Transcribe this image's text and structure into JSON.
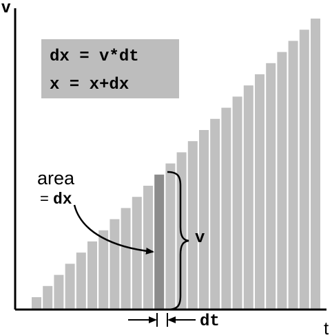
{
  "diagram": {
    "axis_label_y": "v",
    "axis_label_x": "t",
    "equations": [
      "dx = v*dt",
      "x = x+dx"
    ],
    "area_label": "area",
    "area_eq_prefix": "= ",
    "area_eq_var": "dx",
    "brace_label": "v",
    "width_label": "dt",
    "bar_count": 26,
    "highlighted_bar_index": 11,
    "colors": {
      "bar": "#c0c0c0",
      "highlight_bar": "#8c8c8c",
      "equation_box": "#bdbdbd",
      "ink": "#000000"
    }
  }
}
